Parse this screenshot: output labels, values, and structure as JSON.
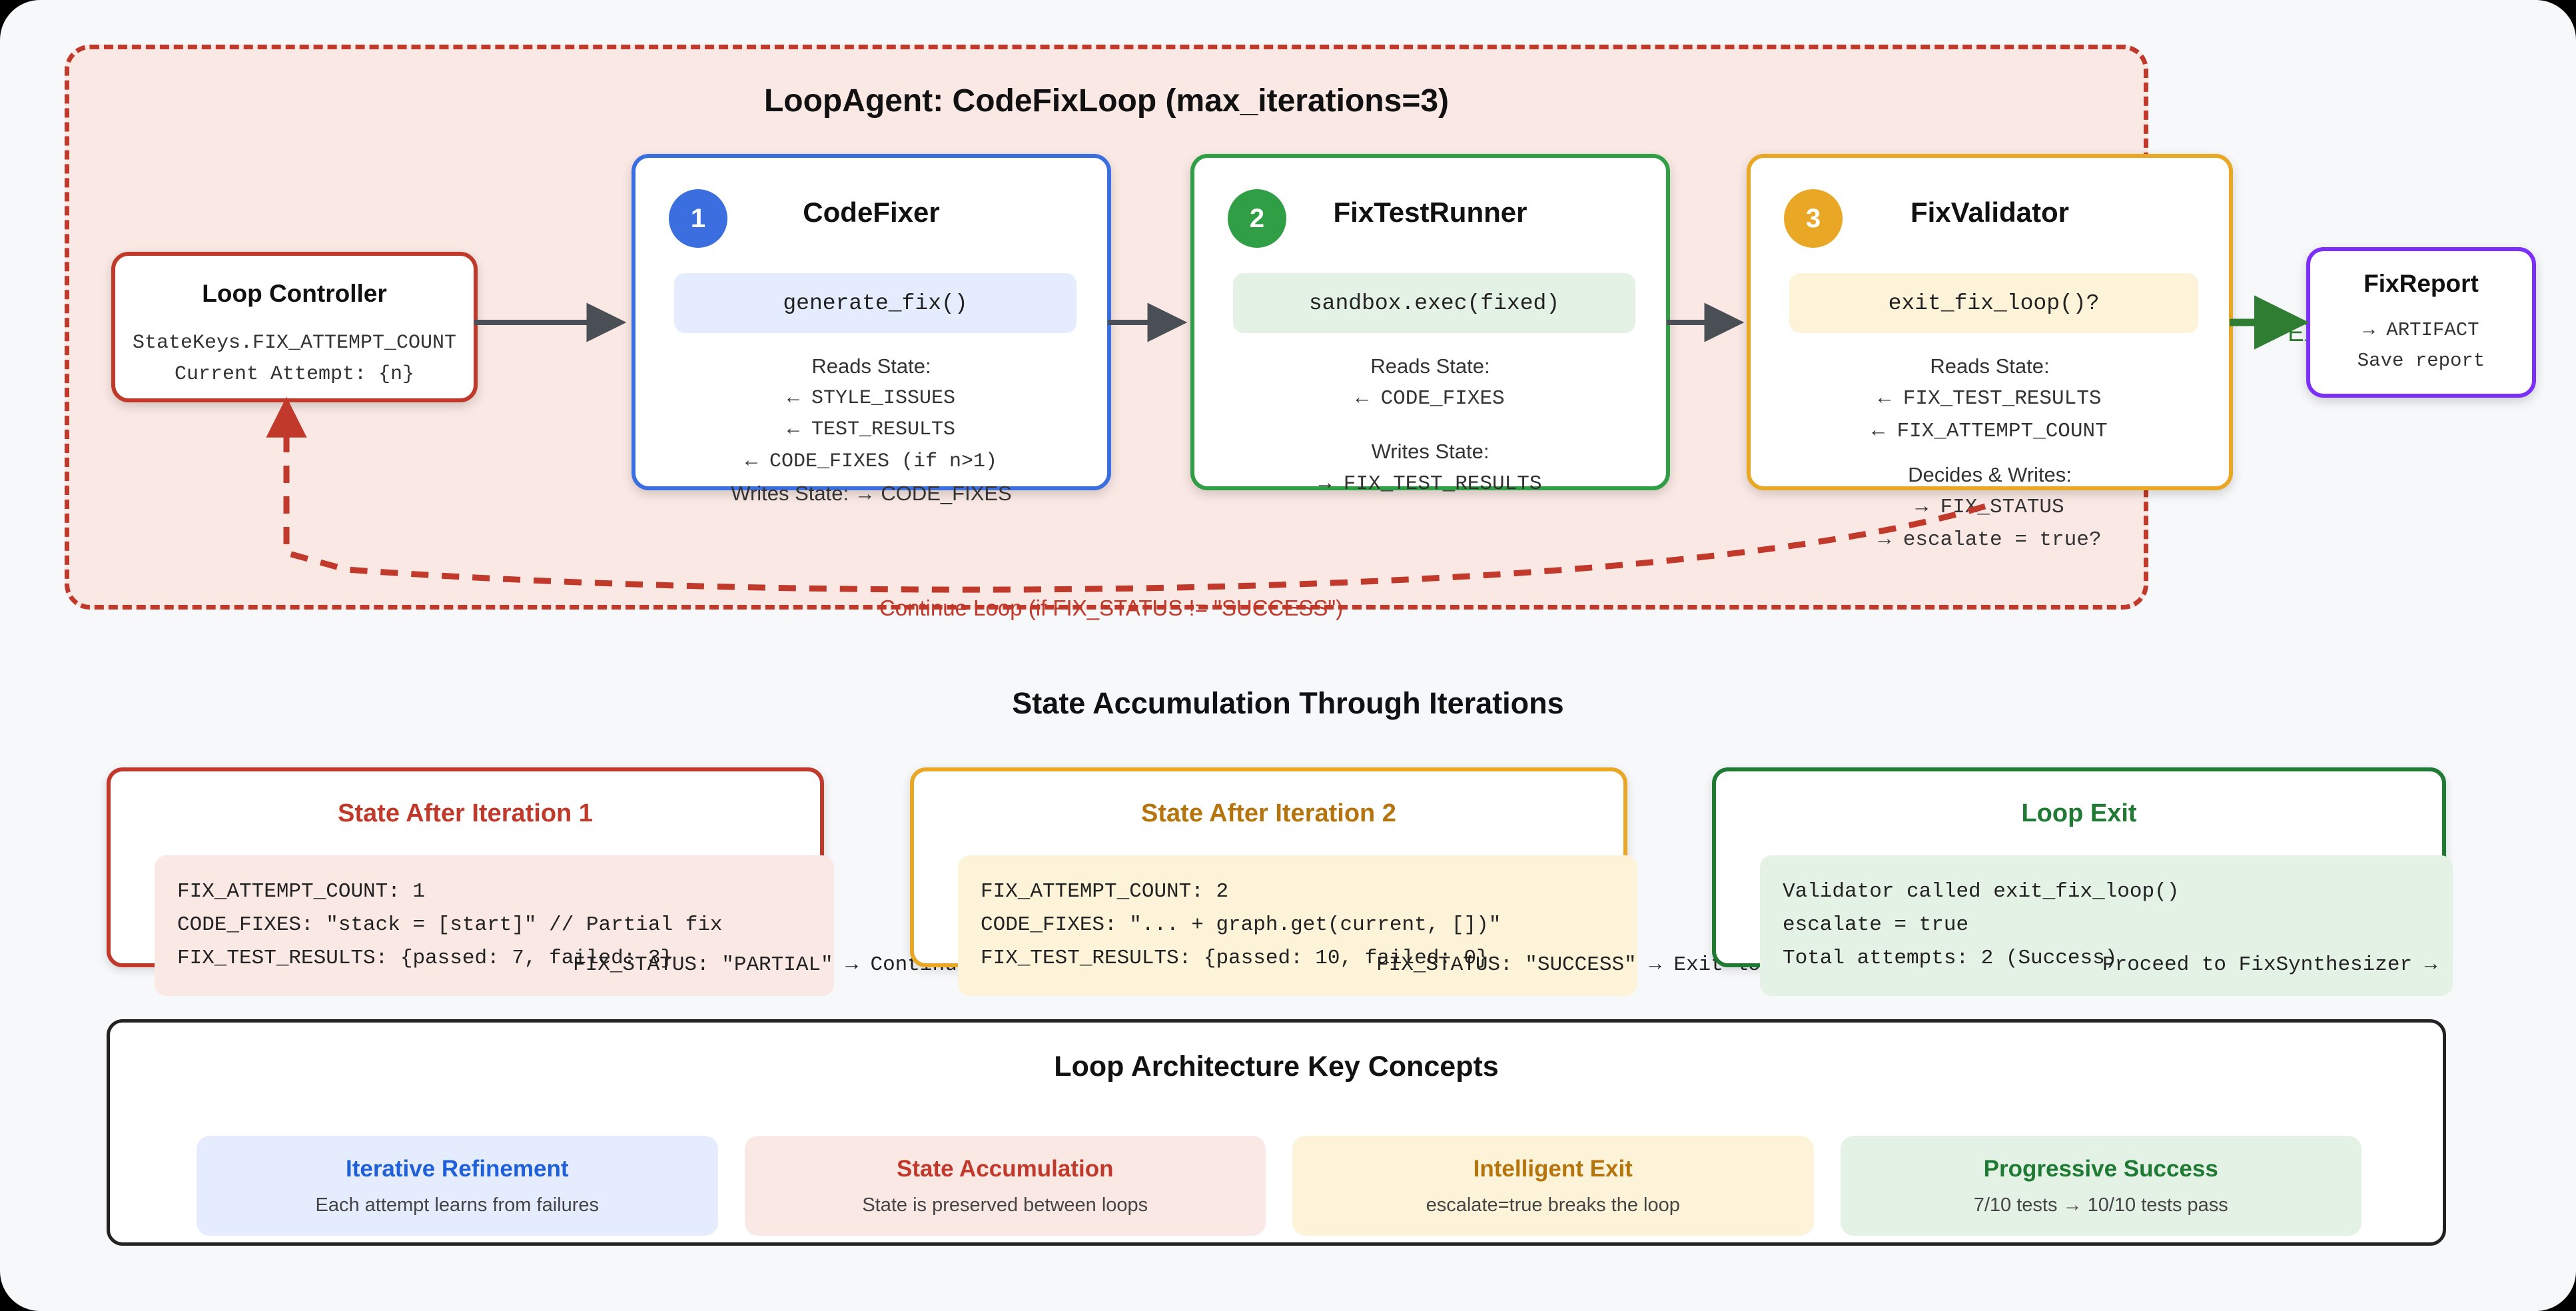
{
  "loop": {
    "title": "LoopAgent: CodeFixLoop (max_iterations=3)",
    "continue_label": "Continue Loop (if FIX_STATUS != \"SUCCESS\")",
    "exit_label": "EXIT",
    "colors": {
      "container_border": "#c0392b",
      "container_fill": "#fae8e4",
      "codefixer": "#3b6fe0",
      "testrunner": "#2f9e44",
      "validator": "#e8a825",
      "report": "#7b2ff7",
      "exit_arrow": "#2f7d32"
    }
  },
  "controller": {
    "title": "Loop Controller",
    "lines": [
      "StateKeys.FIX_ATTEMPT_COUNT",
      "Current Attempt: {n}"
    ]
  },
  "nodes": [
    {
      "badge": "1",
      "title": "CodeFixer",
      "call": "generate_fix()",
      "lines": [
        "Reads State:",
        "← STYLE_ISSUES",
        "← TEST_RESULTS",
        "← CODE_FIXES (if n>1)",
        "Writes State: → CODE_FIXES"
      ]
    },
    {
      "badge": "2",
      "title": "FixTestRunner",
      "call": "sandbox.exec(fixed)",
      "lines": [
        "Reads State:",
        "← CODE_FIXES",
        "",
        "Writes State:",
        "→ FIX_TEST_RESULTS"
      ]
    },
    {
      "badge": "3",
      "title": "FixValidator",
      "call": "exit_fix_loop()?",
      "lines": [
        "Reads State:",
        "← FIX_TEST_RESULTS",
        "← FIX_ATTEMPT_COUNT",
        "",
        "Decides & Writes:",
        "→ FIX_STATUS",
        "→ escalate = true?"
      ]
    }
  ],
  "report": {
    "title": "FixReport",
    "lines": [
      "→ ARTIFACT",
      "Save report"
    ]
  },
  "state_section": {
    "heading": "State Accumulation Through Iterations",
    "cards": [
      {
        "title": "State After Iteration 1",
        "code": [
          "FIX_ATTEMPT_COUNT: 1",
          "CODE_FIXES: \"stack = [start]\" // Partial fix",
          "FIX_TEST_RESULTS: {passed: 7, failed: 3}"
        ],
        "footer": "FIX_STATUS: \"PARTIAL\" → Continue loop"
      },
      {
        "title": "State After Iteration 2",
        "code": [
          "FIX_ATTEMPT_COUNT: 2",
          "CODE_FIXES: \"... + graph.get(current, [])\"",
          "FIX_TEST_RESULTS: {passed: 10, failed: 0}"
        ],
        "footer": "FIX_STATUS: \"SUCCESS\" → Exit loop"
      },
      {
        "title": "Loop Exit",
        "code": [
          "Validator called exit_fix_loop()",
          "escalate = true",
          "Total attempts: 2 (Success)"
        ],
        "footer": "Proceed to FixSynthesizer →"
      }
    ]
  },
  "concepts": {
    "heading": "Loop Architecture Key Concepts",
    "tiles": [
      {
        "title": "Iterative Refinement",
        "sub": "Each attempt learns from failures",
        "bg": "#e4ecfd",
        "color": "#1f5fd8"
      },
      {
        "title": "State Accumulation",
        "sub": "State is preserved between loops",
        "bg": "#fae8e4",
        "color": "#c0392b"
      },
      {
        "title": "Intelligent Exit",
        "sub": "escalate=true breaks the loop",
        "bg": "#fdf3d9",
        "color": "#b5740c"
      },
      {
        "title": "Progressive Success",
        "sub": "7/10 tests → 10/10 tests pass",
        "bg": "#e4f2e6",
        "color": "#1f7a33"
      }
    ]
  }
}
